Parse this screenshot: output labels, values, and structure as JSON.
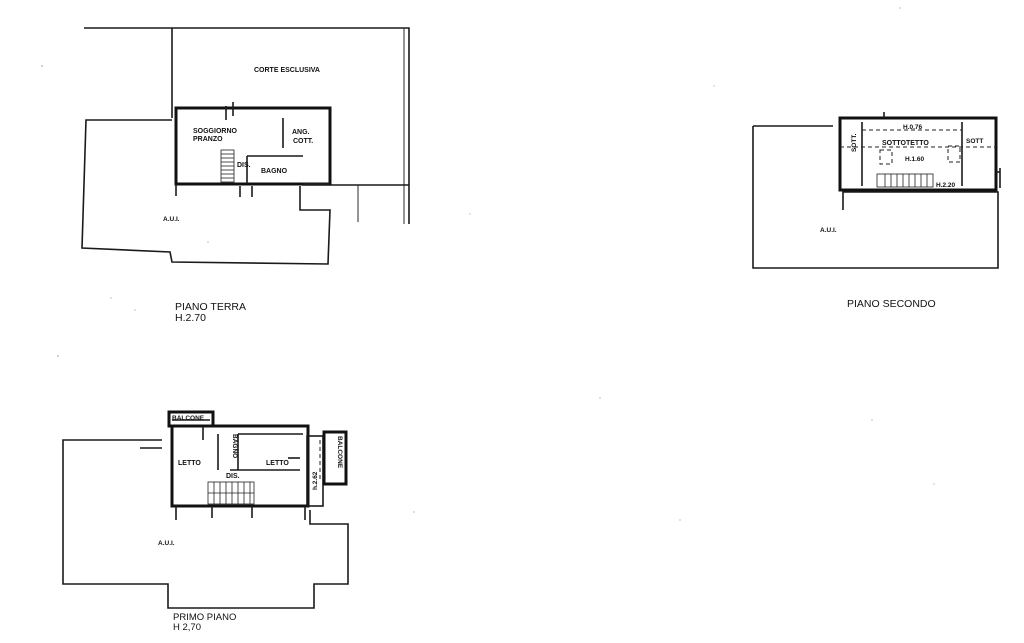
{
  "plans": [
    {
      "id": "piano-terra",
      "title": "PIANO TERRA",
      "height_label": "H.2.70",
      "rooms": {
        "corte": "CORTE ESCLUSIVA",
        "soggiorno_1": "SOGGIORNO",
        "soggiorno_2": "PRANZO",
        "ang_1": "ANG.",
        "ang_2": "COTT.",
        "dis": "DIS.",
        "bagno": "BAGNO",
        "aui": "A.U.I."
      }
    },
    {
      "id": "piano-secondo",
      "title": "PIANO SECONDO",
      "rooms": {
        "h076": "H.0.76",
        "sott_left": "SOTT.",
        "sottotetto": "SOTTOTETTO",
        "sott_right": "SOTT",
        "h160": "H.1.60",
        "h220": "H.2.20",
        "aui": "A.U.I."
      }
    },
    {
      "id": "primo-piano",
      "title": "PRIMO PIANO",
      "height_label": "H 2,70",
      "rooms": {
        "balcone_top": "BALCONE",
        "letto_left": "LETTO",
        "bagno": "BAGNO",
        "letto_right": "LETTO",
        "dis": "DIS.",
        "h262": "h.2.62",
        "balcone_right": "BALCONE",
        "aui": "A.U.I."
      }
    }
  ]
}
